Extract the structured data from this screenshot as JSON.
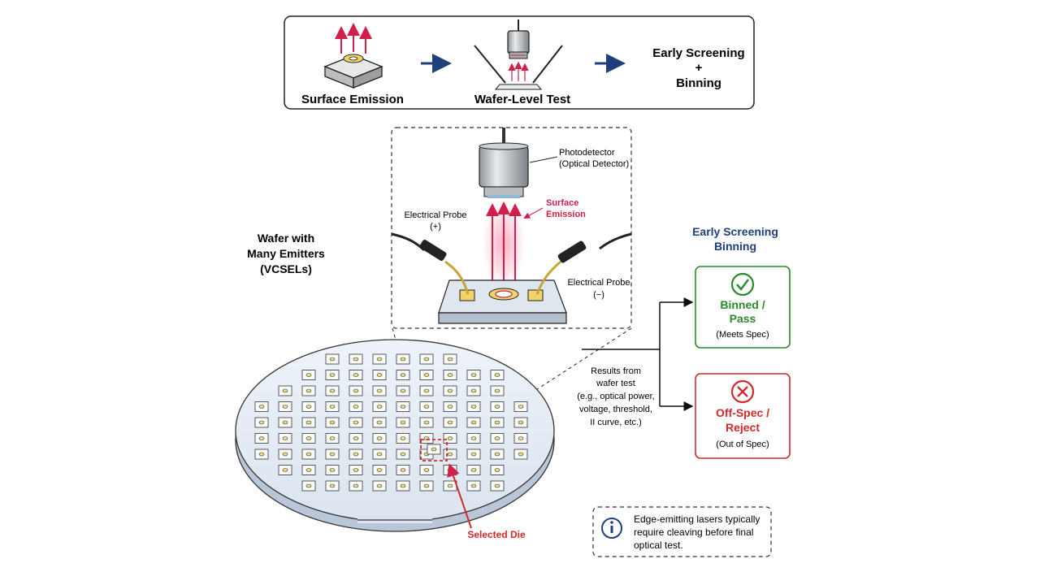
{
  "top_flow": {
    "step1": "Surface Emission",
    "step2": "Wafer-Level Test",
    "step3_line1": "Early Screening",
    "step3_line2": "+",
    "step3_line3": "Binning"
  },
  "wafer_label": [
    "Wafer with",
    "Many Emitters",
    "(VCSELs)"
  ],
  "detail": {
    "photodetector_line1": "Photodetector",
    "photodetector_line2": "(Optical Detector)",
    "surface_emission_line1": "Surface",
    "surface_emission_line2": "Emission",
    "probe_pos_line1": "Electrical Probe",
    "probe_pos_line2": "(+)",
    "probe_neg_line1": "Electrical Probe",
    "probe_neg_line2": "(−)"
  },
  "selected_die": "Selected Die",
  "results": [
    "Results from",
    "wafer test",
    "(e.g., optical power,",
    "voltage, threshold,",
    "II curve, etc.)"
  ],
  "binning_title": [
    "Early Screening",
    "Binning"
  ],
  "pass_box": {
    "line1": "Binned /",
    "line2": "Pass",
    "sub": "(Meets Spec)"
  },
  "reject_box": {
    "line1": "Off-Spec /",
    "line2": "Reject",
    "sub": "(Out of Spec)"
  },
  "note": [
    "Edge-emitting lasers typically",
    "require cleaving before final",
    "optical test."
  ],
  "colors": {
    "accent_blue": "#1f3f7a",
    "pass_green": "#2a8a2a",
    "reject_red": "#d02a2a",
    "emission_red": "#d0204a"
  }
}
